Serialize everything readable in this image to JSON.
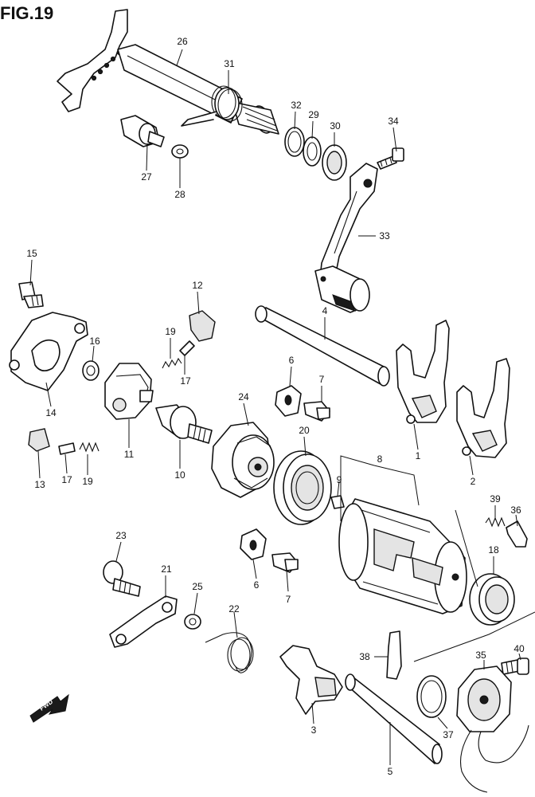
{
  "figure": {
    "title": "FIG.19",
    "direction_label": "FWD"
  },
  "callouts": [
    "1",
    "2",
    "3",
    "4",
    "5",
    "6",
    "6",
    "7",
    "7",
    "8",
    "9",
    "10",
    "11",
    "12",
    "13",
    "14",
    "15",
    "16",
    "17",
    "17",
    "18",
    "19",
    "19",
    "20",
    "21",
    "22",
    "23",
    "24",
    "25",
    "26",
    "27",
    "28",
    "29",
    "30",
    "31",
    "32",
    "33",
    "34",
    "35",
    "36",
    "37",
    "38",
    "39",
    "40"
  ]
}
